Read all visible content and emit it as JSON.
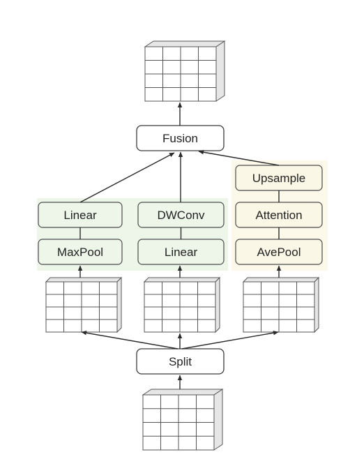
{
  "nodes": {
    "fusion": "Fusion",
    "split": "Split",
    "branch1_top": "Linear",
    "branch1_bottom": "MaxPool",
    "branch2_top": "DWConv",
    "branch2_bottom": "Linear",
    "branch3_top": "Upsample",
    "branch3_mid": "Attention",
    "branch3_bottom": "AvePool"
  },
  "colors": {
    "green_panel": "#eef6ea",
    "yellow_panel": "#fcf8ea",
    "stroke": "#3a3a3a"
  }
}
